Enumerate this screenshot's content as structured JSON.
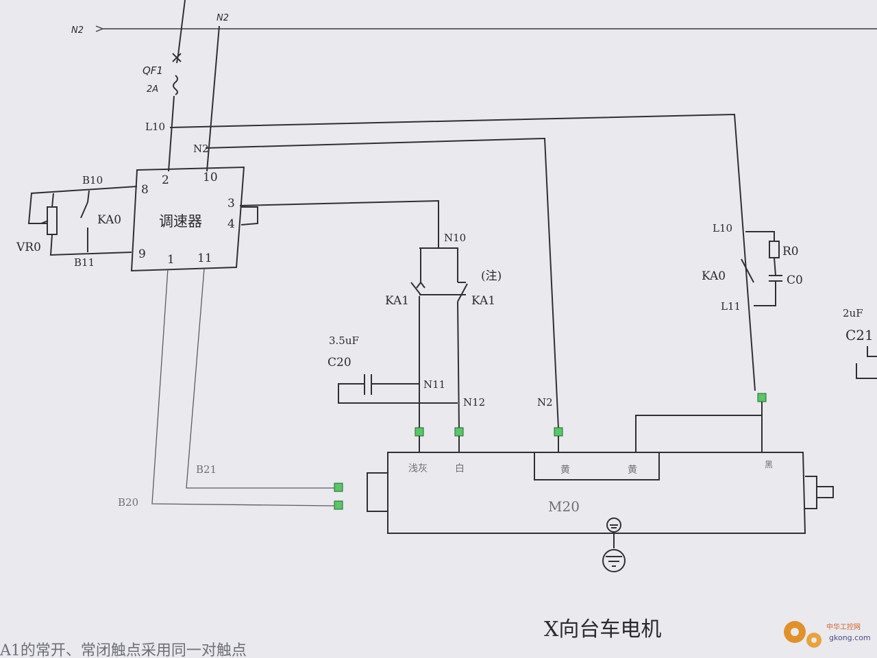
{
  "labels": {
    "n2_left": "N2",
    "n2_top": "N2",
    "qf1": "QF1",
    "qf1_rating": "2A",
    "l10_left": "L10",
    "n2_mid": "N2",
    "b10": "B10",
    "b11": "B11",
    "ka0_left": "KA0",
    "vr0": "VR0",
    "controller_name": "调速器",
    "pin_2": "2",
    "pin_10": "10",
    "pin_8": "8",
    "pin_9": "9",
    "pin_3": "3",
    "pin_4": "4",
    "pin_1": "1",
    "pin_11": "11",
    "n10": "N10",
    "note": "(注)",
    "ka1_left": "KA1",
    "ka1_right": "KA1",
    "c20_value": "3.5uF",
    "c20": "C20",
    "n11": "N11",
    "n12": "N12",
    "n2_bottom": "N2",
    "b21": "B21",
    "b20": "B20",
    "l10_right": "L10",
    "r0": "R0",
    "ka0_right": "KA0",
    "c0": "C0",
    "l11": "L11",
    "c21_value": "2uF",
    "c21": "C21",
    "motor_term_1": "浅灰",
    "motor_term_2": "白",
    "motor_term_3": "黄",
    "motor_term_4": "黄",
    "motor_term_5": "黑",
    "motor": "M20",
    "diagram_title": "X向台车电机",
    "footnote": "A1的常开、常闭触点采用同一对触点",
    "watermark_cn": "中华工控网",
    "watermark_url": "gkong.com"
  }
}
